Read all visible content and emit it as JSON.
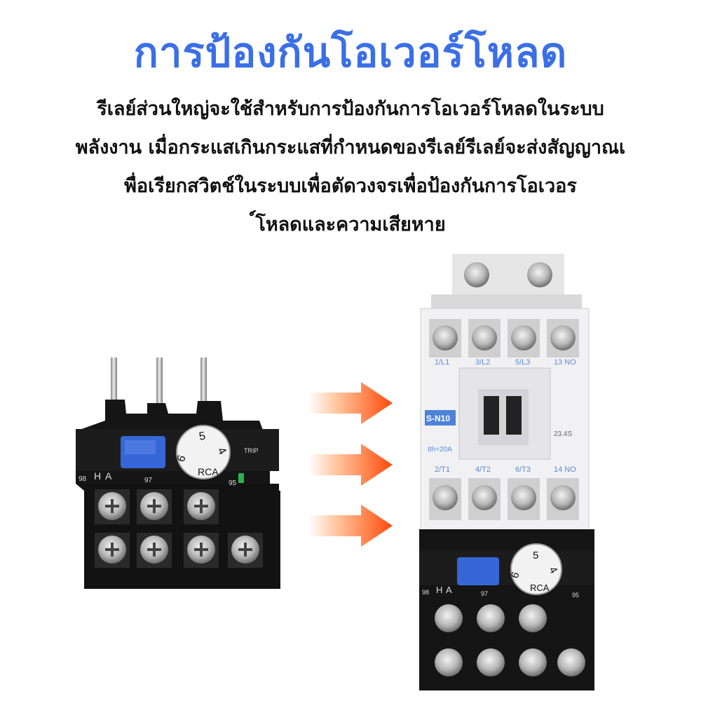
{
  "title": "การป้องกันโอเวอร์โหลด",
  "description": [
    "รีเลย์ส่วนใหญ่จะใช้สำหรับการป้องกันการโอเวอร์โหลดในระบบ",
    "พลังงาน เมื่อกระแสเกินกระแสที่กำหนดของรีเลย์รีเลย์จะส่งสัญญาณเ",
    "พื่อเรียกสวิตช์ในระบบเพื่อตัดวงจรเพื่อป้องกันการโอเวอร",
    "์โหลดและความเสียหาย"
  ],
  "relay": {
    "dial_numbers": [
      "5",
      "4",
      "6"
    ],
    "dial_brand": "RCA",
    "terminal_labels": [
      "98",
      "H",
      "A",
      "97",
      "95"
    ],
    "trip_label": "TRIP"
  },
  "contactor": {
    "model": "S-N10",
    "rating": "Ith=20A",
    "code": "23.4S",
    "top_labels": [
      "1/L1",
      "3/L2",
      "5/L3",
      "13 NO"
    ],
    "bottom_labels": [
      "2/T1",
      "4/T2",
      "6/T3",
      "14 NO"
    ]
  },
  "colors": {
    "title": "#3b6fe6",
    "arrow_start": "#ffe2c9",
    "arrow_end": "#ff4a0a",
    "relay_body": "#151515",
    "reset_button": "#3567d6",
    "contactor_body": "#f1f1f3",
    "model_badge": "#4d82d9"
  }
}
